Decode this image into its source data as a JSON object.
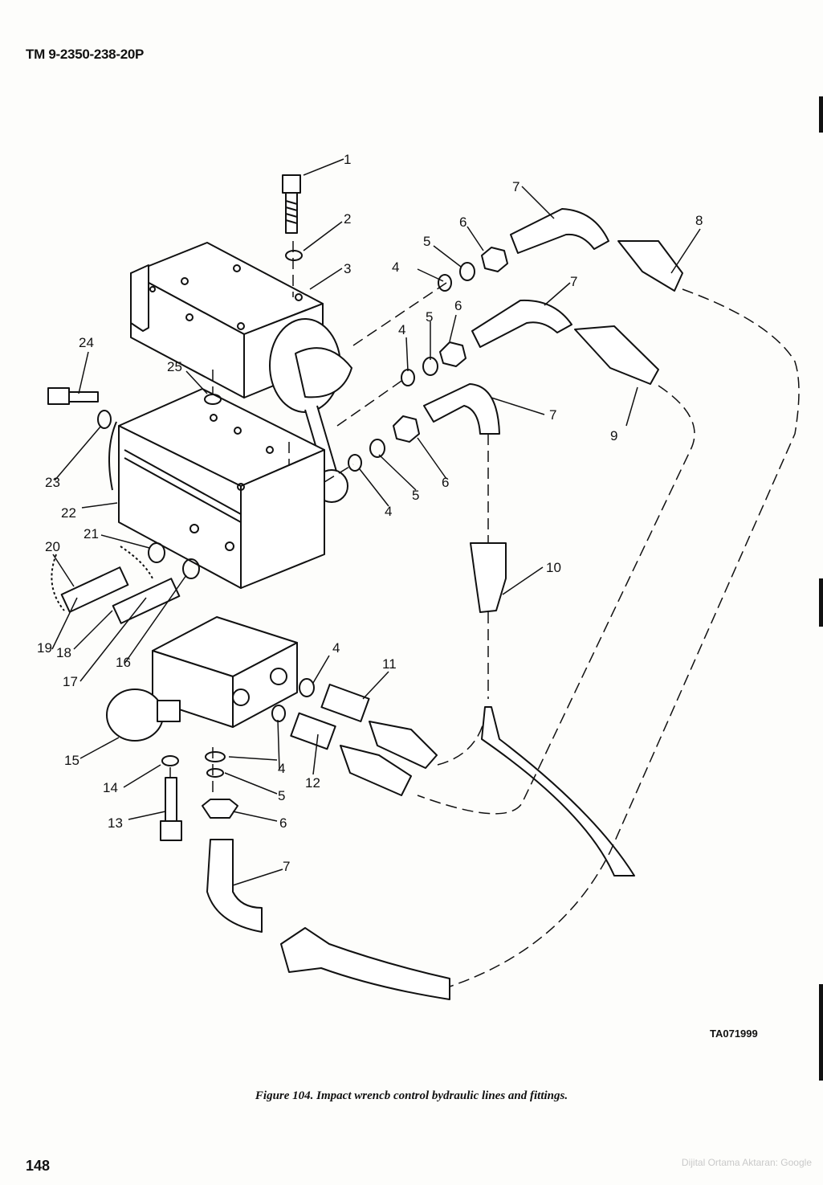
{
  "header": {
    "manual_number": "TM 9-2350-238-20P"
  },
  "figure": {
    "caption": "Figure 104. Impact wrencb control bydraulic lines and fittings.",
    "reference_code": "TA071999",
    "callouts": [
      "1",
      "2",
      "3",
      "4",
      "5",
      "6",
      "7",
      "8",
      "9",
      "10",
      "11",
      "12",
      "13",
      "14",
      "15",
      "16",
      "17",
      "18",
      "19",
      "20",
      "21",
      "22",
      "23",
      "24",
      "25"
    ]
  },
  "footer": {
    "page_number": "148",
    "watermark": "Dijital Ortama Aktaran: Google"
  }
}
